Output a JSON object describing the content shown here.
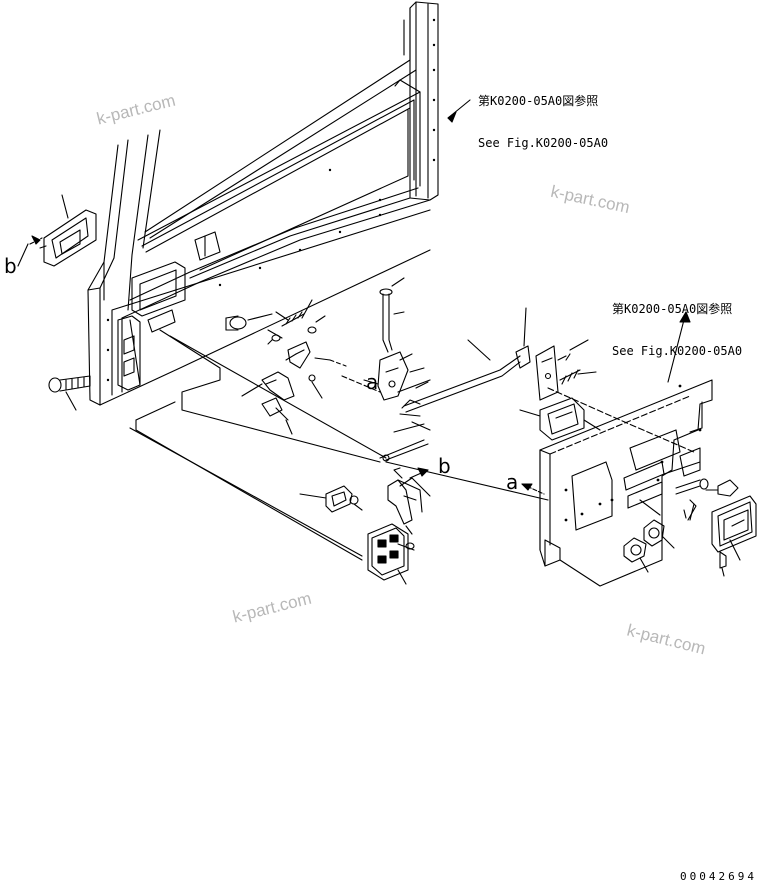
{
  "references": {
    "top": {
      "line1": "第K0200-05A0図参照",
      "line2": "See Fig.K0200-05A0"
    },
    "right": {
      "line1": "第K0200-05A0図参照",
      "line2": "See Fig.K0200-05A0"
    }
  },
  "callouts": {
    "b_left": "b",
    "b_center": "b",
    "a_center": "a",
    "a_right": "a"
  },
  "watermark": "k-part.com",
  "document_number": "00042694"
}
